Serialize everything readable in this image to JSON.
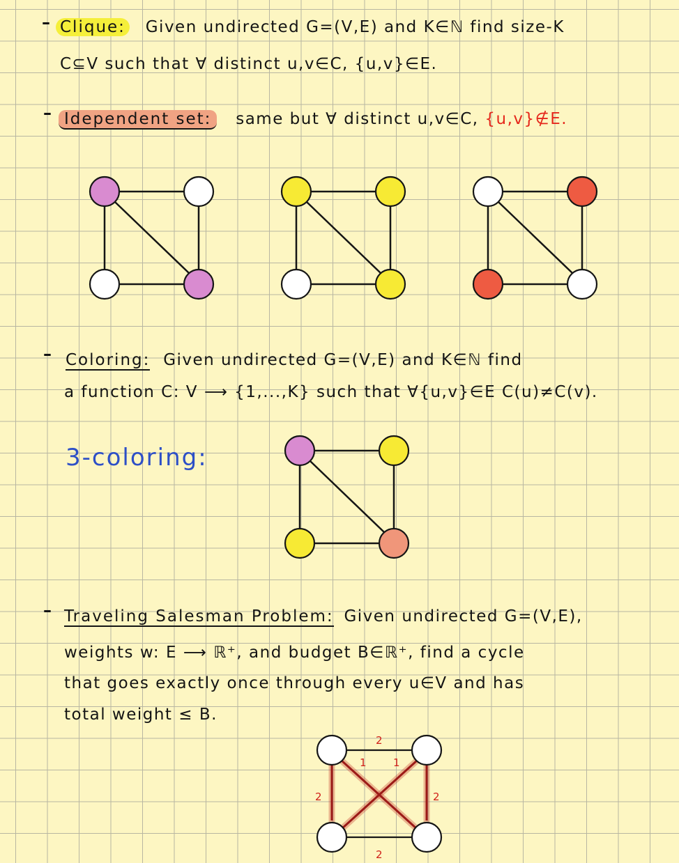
{
  "clique": {
    "term": "Clique:",
    "line1": "Given undirected G=(V,E) and K∈ℕ find size-K",
    "line2": "C⊆V such that ∀ distinct u,v∈C, {u,v}∈E."
  },
  "independent_set": {
    "term": "Idependent set:",
    "text": "same but ∀ distinct u,v∈C,",
    "red_text": "{u,v}∉E."
  },
  "coloring": {
    "term": "Coloring:",
    "line1": "Given undirected G=(V,E) and K∈ℕ find",
    "line2": "a function C: V ⟶ {1,...,K} such that ∀{u,v}∈E C(u)≠C(v)."
  },
  "three_coloring": {
    "label": "3-coloring:"
  },
  "tsp": {
    "term": "Traveling Salesman Problem:",
    "line1_rest": "Given undirected G=(V,E),",
    "line2": "weights w: E ⟶ ℝ⁺, and budget B∈ℝ⁺, find a cycle",
    "line3": "that goes exactly once through every u∈V and has",
    "line4": "total weight ≤ B."
  },
  "tsp_weights": {
    "top": "2",
    "diag_left": "1",
    "diag_right": "1",
    "left": "2",
    "right": "2",
    "bottom": "2"
  },
  "colors": {
    "paper": "#fdf6c2",
    "highlight_yellow": "#f5ef3a",
    "highlight_orange": "#f0a383",
    "node_purple": "#d98bd0",
    "node_yellow": "#f7ea34",
    "node_red": "#ee5b42",
    "node_salmon": "#f0967a",
    "tsp_edge": "#c1201c",
    "label_blue": "#2d4fc7"
  }
}
